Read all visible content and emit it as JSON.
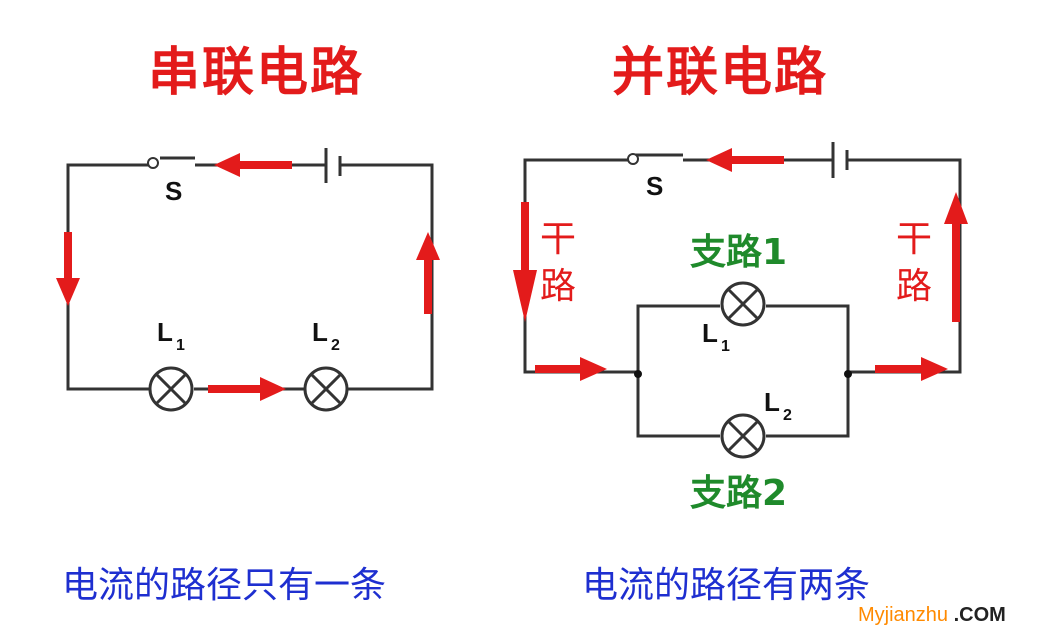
{
  "series_title": "串联电路",
  "parallel_title": "并联电路",
  "series_caption": "电流的路径只有一条",
  "parallel_caption": "电流的路径有两条",
  "switch_label": "S",
  "lamp1_letter": "L",
  "lamp1_sub": "1",
  "lamp2_letter": "L",
  "lamp2_sub": "2",
  "trunk_char1": "干",
  "trunk_char2": "路",
  "branch1_label": "支路1",
  "branch2_label": "支路2",
  "watermark": {
    "part1": "My",
    "part2": "jianzhu",
    "part3": " .COM"
  },
  "colors": {
    "title": "#e31b1b",
    "arrow": "#e31b1b",
    "caption": "#1e2fd0",
    "branch": "#1f8a2b",
    "wire": "#333333",
    "watermark_orange": "#ff8a00"
  }
}
